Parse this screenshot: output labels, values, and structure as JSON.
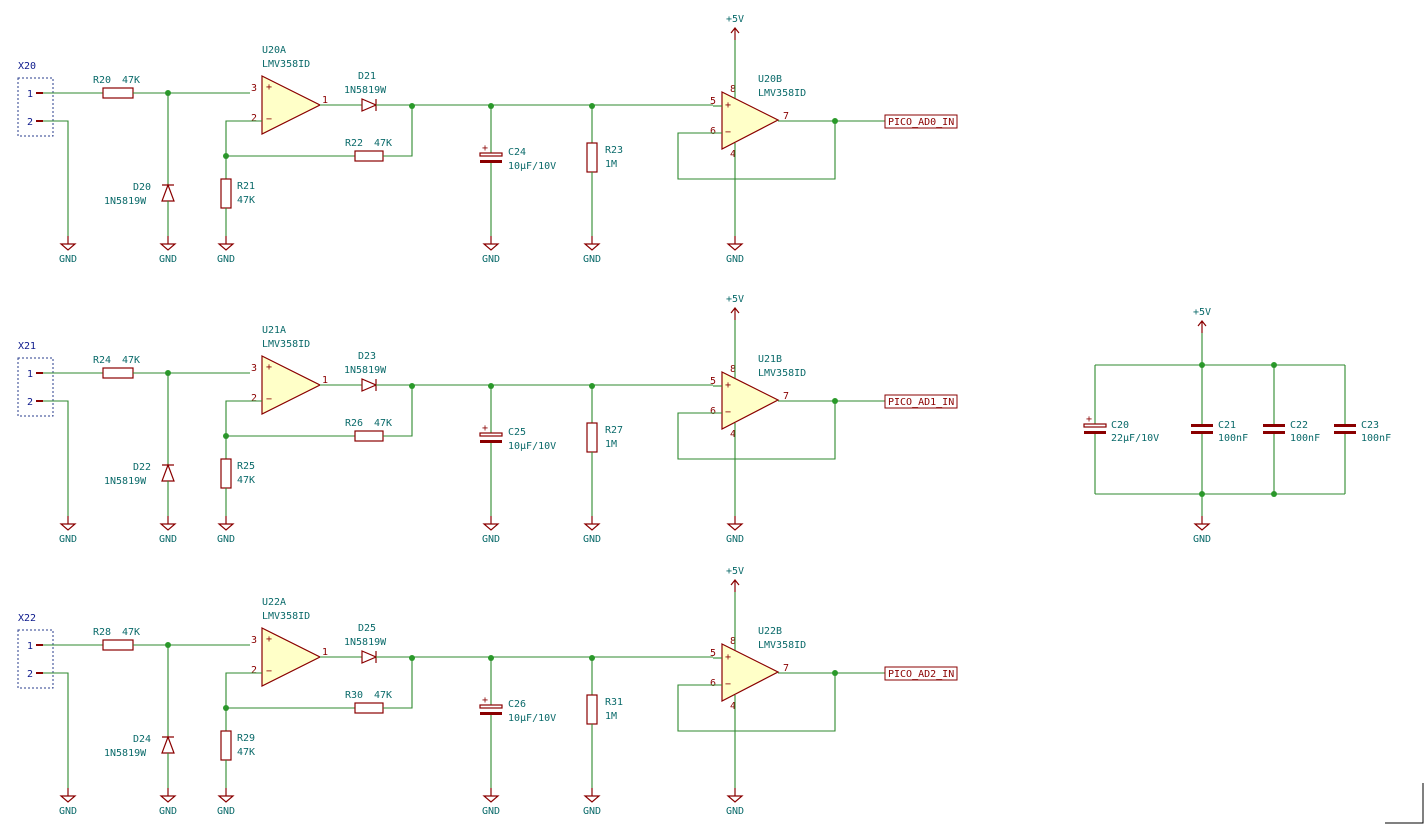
{
  "channels": [
    {
      "connector": {
        "ref": "X20",
        "pin1": "1",
        "pin2": "2"
      },
      "r_in": {
        "ref": "R20",
        "value": "47K"
      },
      "d_clamp": {
        "ref": "D20",
        "value": "1N5819W"
      },
      "opamp_a": {
        "ref": "U20A",
        "value": "LMV358ID"
      },
      "d_rect": {
        "ref": "D21",
        "value": "1N5819W"
      },
      "r_fb": {
        "ref": "R22",
        "value": "47K"
      },
      "r_gnd": {
        "ref": "R21",
        "value": "47K"
      },
      "cap": {
        "ref": "C24",
        "value": "10µF/10V"
      },
      "r_load": {
        "ref": "R23",
        "value": "1M"
      },
      "opamp_b": {
        "ref": "U20B",
        "value": "LMV358ID"
      },
      "label": "PICO_AD0_IN"
    },
    {
      "connector": {
        "ref": "X21",
        "pin1": "1",
        "pin2": "2"
      },
      "r_in": {
        "ref": "R24",
        "value": "47K"
      },
      "d_clamp": {
        "ref": "D22",
        "value": "1N5819W"
      },
      "opamp_a": {
        "ref": "U21A",
        "value": "LMV358ID"
      },
      "d_rect": {
        "ref": "D23",
        "value": "1N5819W"
      },
      "r_fb": {
        "ref": "R26",
        "value": "47K"
      },
      "r_gnd": {
        "ref": "R25",
        "value": "47K"
      },
      "cap": {
        "ref": "C25",
        "value": "10µF/10V"
      },
      "r_load": {
        "ref": "R27",
        "value": "1M"
      },
      "opamp_b": {
        "ref": "U21B",
        "value": "LMV358ID"
      },
      "label": "PICO_AD1_IN"
    },
    {
      "connector": {
        "ref": "X22",
        "pin1": "1",
        "pin2": "2"
      },
      "r_in": {
        "ref": "R28",
        "value": "47K"
      },
      "d_clamp": {
        "ref": "D24",
        "value": "1N5819W"
      },
      "opamp_a": {
        "ref": "U22A",
        "value": "LMV358ID"
      },
      "d_rect": {
        "ref": "D25",
        "value": "1N5819W"
      },
      "r_fb": {
        "ref": "R30",
        "value": "47K"
      },
      "r_gnd": {
        "ref": "R29",
        "value": "47K"
      },
      "cap": {
        "ref": "C26",
        "value": "10µF/10V"
      },
      "r_load": {
        "ref": "R31",
        "value": "1M"
      },
      "opamp_b": {
        "ref": "U22B",
        "value": "LMV358ID"
      },
      "label": "PICO_AD2_IN"
    }
  ],
  "pins": {
    "a_plus": "3",
    "a_minus": "2",
    "a_out": "1",
    "b_plus": "5",
    "b_minus": "6",
    "b_out": "7",
    "vcc": "8",
    "vee": "4"
  },
  "power": {
    "vcc": "+5V",
    "gnd": "GND"
  },
  "decoupling": [
    {
      "ref": "C20",
      "value": "22µF/10V",
      "polarized": true
    },
    {
      "ref": "C21",
      "value": "100nF",
      "polarized": false
    },
    {
      "ref": "C22",
      "value": "100nF",
      "polarized": false
    },
    {
      "ref": "C23",
      "value": "100nF",
      "polarized": false
    }
  ],
  "colors": {
    "wire": "#2f8a2f",
    "component": "#8a0000",
    "opamp_fill": "#ffffc8",
    "junction": "#2a9a2a",
    "ref_text": "#0a6a6a",
    "connector_text": "#0d1a8c"
  }
}
